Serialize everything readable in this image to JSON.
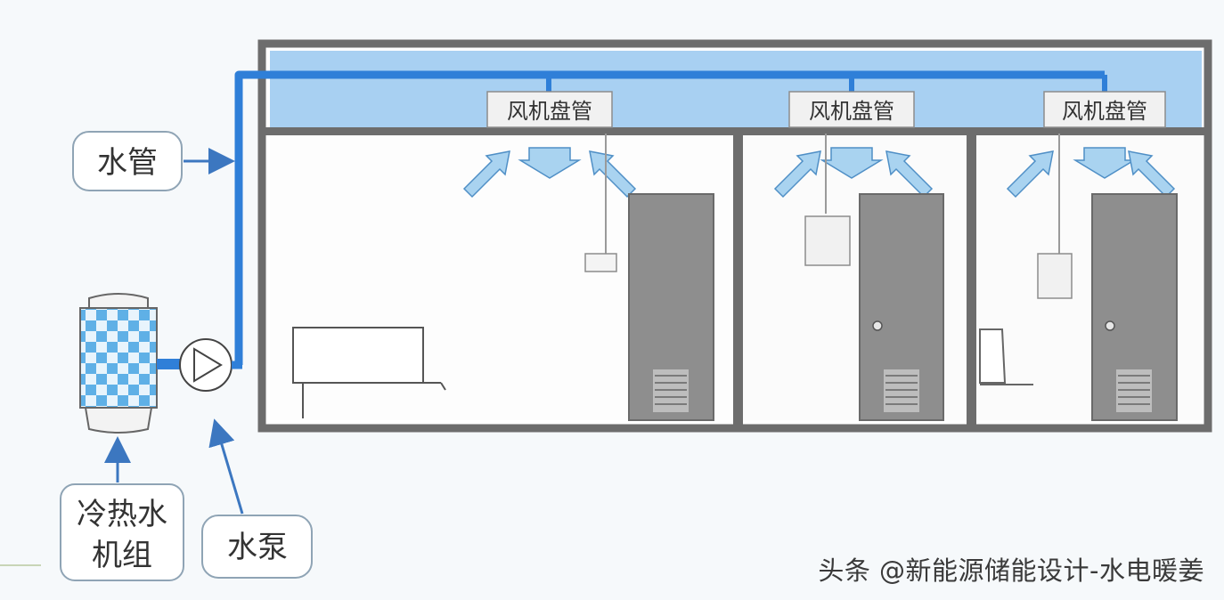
{
  "labels": {
    "water_pipe": "水管",
    "chiller_line1": "冷热水",
    "chiller_line2": "机组",
    "pump": "水泵"
  },
  "rooms": [
    {
      "fan_coil_label": "风机盘管"
    },
    {
      "fan_coil_label": "风机盘管"
    },
    {
      "fan_coil_label": "风机盘管"
    }
  ],
  "watermark": "头条 @新能源储能设计-水电暖姜",
  "colors": {
    "pipe": "#2f7fd8",
    "ceiling": "#a8d0f2",
    "wall": "#6d6d6d",
    "airflow": "#a9d3f0",
    "door": "#8c8c8c",
    "label_border": "#8fa4b5"
  }
}
